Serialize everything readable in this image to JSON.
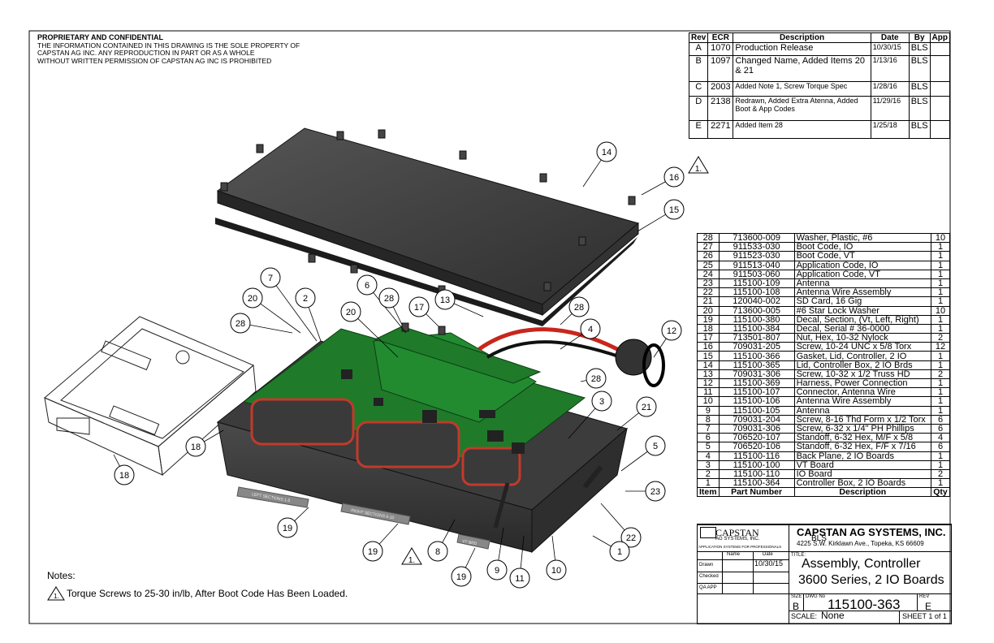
{
  "proprietary": {
    "heading": "PROPRIETARY AND CONFIDENTIAL",
    "line1": "THE INFORMATION CONTAINED IN THIS DRAWING IS THE SOLE PROPERTY OF",
    "line2": "CAPSTAN AG INC. ANY REPRODUCTION IN PART OR AS A WHOLE",
    "line3": "WITHOUT WRITTEN PERMISSION OF CAPSTAN AG INC IS PROHIBITED"
  },
  "revisions": {
    "headers": [
      "Rev",
      "ECR",
      "Description",
      "Date",
      "By",
      "App"
    ],
    "rows": [
      {
        "rev": "A",
        "ecr": "1070",
        "desc": "Production Release",
        "date": "10/30/15",
        "by": "BLS",
        "app": ""
      },
      {
        "rev": "B",
        "ecr": "1097",
        "desc": "Changed Name, Added Items 20 & 21",
        "date": "1/13/16",
        "by": "BLS",
        "app": ""
      },
      {
        "rev": "C",
        "ecr": "2003",
        "desc": "Added Note 1, Screw Torque Spec",
        "date": "1/28/16",
        "by": "BLS",
        "app": ""
      },
      {
        "rev": "D",
        "ecr": "2138",
        "desc": "Redrawn, Added Extra Atenna, Added Boot & App Codes",
        "date": "11/29/16",
        "by": "BLS",
        "app": ""
      },
      {
        "rev": "E",
        "ecr": "2271",
        "desc": "Added Item 28",
        "date": "1/25/18",
        "by": "BLS",
        "app": ""
      }
    ]
  },
  "bom": {
    "headers": [
      "Item",
      "Part Number",
      "Description",
      "Qty"
    ],
    "rows": [
      {
        "item": "28",
        "pn": "713600-009",
        "desc": "Washer, Plastic, #6",
        "qty": "10"
      },
      {
        "item": "27",
        "pn": "911533-030",
        "desc": "Boot Code, IO",
        "qty": "1"
      },
      {
        "item": "26",
        "pn": "911523-030",
        "desc": "Boot Code, VT",
        "qty": "1"
      },
      {
        "item": "25",
        "pn": "911513-040",
        "desc": "Application Code, IO",
        "qty": "1"
      },
      {
        "item": "24",
        "pn": "911503-060",
        "desc": "Application Code, VT",
        "qty": "1"
      },
      {
        "item": "23",
        "pn": "115100-109",
        "desc": "Antenna",
        "qty": "1"
      },
      {
        "item": "22",
        "pn": "115100-108",
        "desc": "Antenna Wire Assembly",
        "qty": "1"
      },
      {
        "item": "21",
        "pn": "120040-002",
        "desc": "SD Card, 16 Gig",
        "qty": "1"
      },
      {
        "item": "20",
        "pn": "713600-005",
        "desc": "#6 Star Lock Washer",
        "qty": "10"
      },
      {
        "item": "19",
        "pn": "115100-380",
        "desc": "Decal, Section, (Vt, Left, Right)",
        "qty": "1"
      },
      {
        "item": "18",
        "pn": "115100-384",
        "desc": "Decal, Serial # 36-0000",
        "qty": "1"
      },
      {
        "item": "17",
        "pn": "713501-807",
        "desc": "Nut, Hex, 10-32 Nylock",
        "qty": "2"
      },
      {
        "item": "16",
        "pn": "709031-205",
        "desc": "Screw, 10-24 UNC x 5/8 Torx",
        "qty": "12"
      },
      {
        "item": "15",
        "pn": "115100-366",
        "desc": "Gasket, Lid, Controller, 2 IO",
        "qty": "1"
      },
      {
        "item": "14",
        "pn": "115100-365",
        "desc": "Lid, Controller Box, 2 IO Brds",
        "qty": "1"
      },
      {
        "item": "13",
        "pn": "709031-306",
        "desc": "Screw, 10-32 x 1/2 Truss HD",
        "qty": "2"
      },
      {
        "item": "12",
        "pn": "115100-369",
        "desc": "Harness, Power Connection",
        "qty": "1"
      },
      {
        "item": "11",
        "pn": "115100-107",
        "desc": "Connector, Antenna Wire",
        "qty": "1"
      },
      {
        "item": "10",
        "pn": "115100-106",
        "desc": "Antenna Wire Assembly",
        "qty": "1"
      },
      {
        "item": "9",
        "pn": "115100-105",
        "desc": "Antenna",
        "qty": "1"
      },
      {
        "item": "8",
        "pn": "709031-204",
        "desc": "Screw, 8-16 Thd Form x 1/2 Torx",
        "qty": "6"
      },
      {
        "item": "7",
        "pn": "709031-306",
        "desc": "Screw, 6-32 x 1/4\" PH Phillips",
        "qty": "6"
      },
      {
        "item": "6",
        "pn": "706520-107",
        "desc": "Standoff, 6-32 Hex, M/F x 5/8",
        "qty": "4"
      },
      {
        "item": "5",
        "pn": "706520-106",
        "desc": "Standoff, 6-32 Hex, F/F x 7/16",
        "qty": "6"
      },
      {
        "item": "4",
        "pn": "115100-116",
        "desc": "Back Plane, 2 IO Boards",
        "qty": "1"
      },
      {
        "item": "3",
        "pn": "115100-100",
        "desc": "VT Board",
        "qty": "1"
      },
      {
        "item": "2",
        "pn": "115100-110",
        "desc": "IO Board",
        "qty": "2"
      },
      {
        "item": "1",
        "pn": "115100-364",
        "desc": "Controller Box, 2 IO Boards",
        "qty": "1"
      }
    ]
  },
  "title_block": {
    "company": "CAPSTAN AG SYSTEMS, INC.",
    "address": "4225 S.W. Kirklawn Ave., Topeka, KS 66609",
    "logo_text": "CAPSTAN",
    "logo_sub": "AG SYSTEMS, INC.",
    "logo_tag": "APPLICATION SYSTEMS FOR PROFESSIONALS",
    "by_overlay": "BLS",
    "name_hdr": "Name",
    "date_hdr": "Date",
    "drawn_label": "Drawn",
    "drawn_date": "10/30/15",
    "checked_label": "Checked",
    "qa_label": "QA APP",
    "title_label": "TITLE:",
    "title_line1": "Assembly, Controller",
    "title_line2": "3600 Series, 2 IO Boards",
    "size_label": "SIZE",
    "size": "B",
    "dwg_label": "DWG No",
    "dwg_no": "115100-363",
    "rev_label": "REV",
    "rev": "E",
    "scale_label": "SCALE:",
    "scale": "None",
    "sheet": "SHEET 1 of 1"
  },
  "notes": {
    "heading": "Notes:",
    "note1_marker": "1.",
    "note1": "Torque Screws to 25-30 in/lb, After Boot Code Has Been Loaded."
  },
  "balloons": [
    {
      "label": "14"
    },
    {
      "label": "16"
    },
    {
      "label": "15"
    },
    {
      "label": "12"
    },
    {
      "label": "7"
    },
    {
      "label": "6"
    },
    {
      "label": "20"
    },
    {
      "label": "2"
    },
    {
      "label": "20"
    },
    {
      "label": "28"
    },
    {
      "label": "28"
    },
    {
      "label": "17"
    },
    {
      "label": "13"
    },
    {
      "label": "28"
    },
    {
      "label": "4"
    },
    {
      "label": "28"
    },
    {
      "label": "3"
    },
    {
      "label": "21"
    },
    {
      "label": "5"
    },
    {
      "label": "18"
    },
    {
      "label": "18"
    },
    {
      "label": "23"
    },
    {
      "label": "19"
    },
    {
      "label": "19"
    },
    {
      "label": "8"
    },
    {
      "label": "19"
    },
    {
      "label": "9"
    },
    {
      "label": "11"
    },
    {
      "label": "10"
    },
    {
      "label": "22"
    },
    {
      "label": "1"
    }
  ],
  "triangle_notes": [
    {
      "label": "1."
    },
    {
      "label": "1."
    }
  ],
  "decal_texts": [
    "LEFT SECTIONS 1-5",
    "RIGHT SECTIONS 6-10",
    "VT BRD"
  ],
  "colors": {
    "pcb": "#1f7a2a",
    "lid": "#3b3b3b",
    "harness": "#c8261c",
    "connector": "#c23a2a"
  }
}
